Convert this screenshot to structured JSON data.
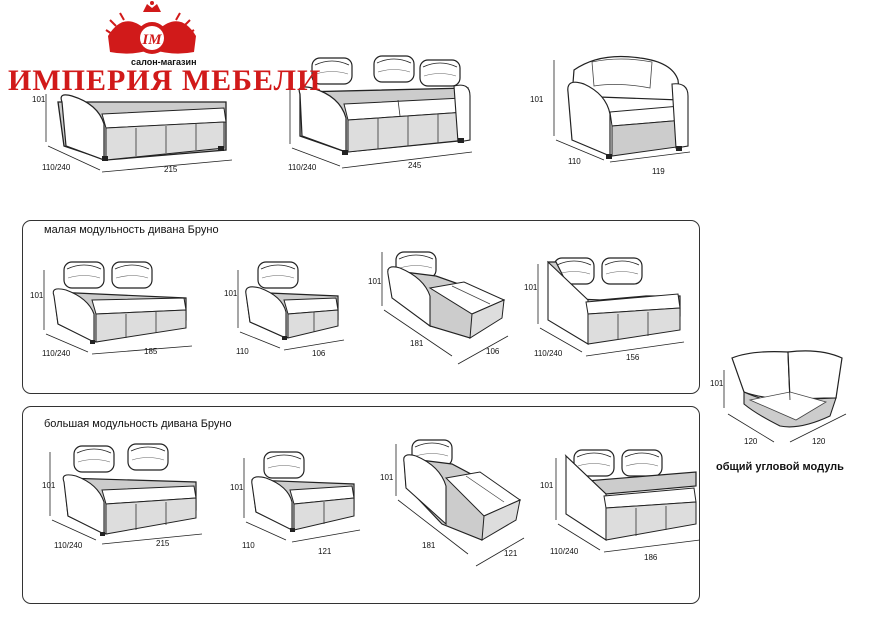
{
  "brand": {
    "name": "ИМПЕРИЯ МЕБЕЛИ",
    "tagline": "салон-магазин",
    "monogram": "IM",
    "colors": {
      "brand_red": "#d11a1a"
    }
  },
  "top_row": [
    {
      "height": "101",
      "depth": "110/240",
      "width": "215"
    },
    {
      "depth": "110/240",
      "width": "245"
    },
    {
      "height": "101",
      "depth": "110",
      "width": "119"
    }
  ],
  "small_modularity": {
    "title": "малая модульность дивана Бруно",
    "modules": [
      {
        "height": "101",
        "depth": "110/240",
        "width": "185"
      },
      {
        "height": "101",
        "depth": "110",
        "width": "106"
      },
      {
        "height": "101",
        "depth": "181",
        "width": "106"
      },
      {
        "height": "101",
        "depth": "110/240",
        "width": "156"
      }
    ]
  },
  "large_modularity": {
    "title": "большая модульность дивана Бруно",
    "modules": [
      {
        "height": "101",
        "depth": "110/240",
        "width": "215"
      },
      {
        "height": "101",
        "depth": "110",
        "width": "121"
      },
      {
        "height": "101",
        "depth": "181",
        "width": "121"
      },
      {
        "height": "101",
        "depth": "110/240",
        "width": "186"
      }
    ]
  },
  "corner_module": {
    "caption": "общий угловой модуль",
    "height": "101",
    "side_a": "120",
    "side_b": "120"
  }
}
